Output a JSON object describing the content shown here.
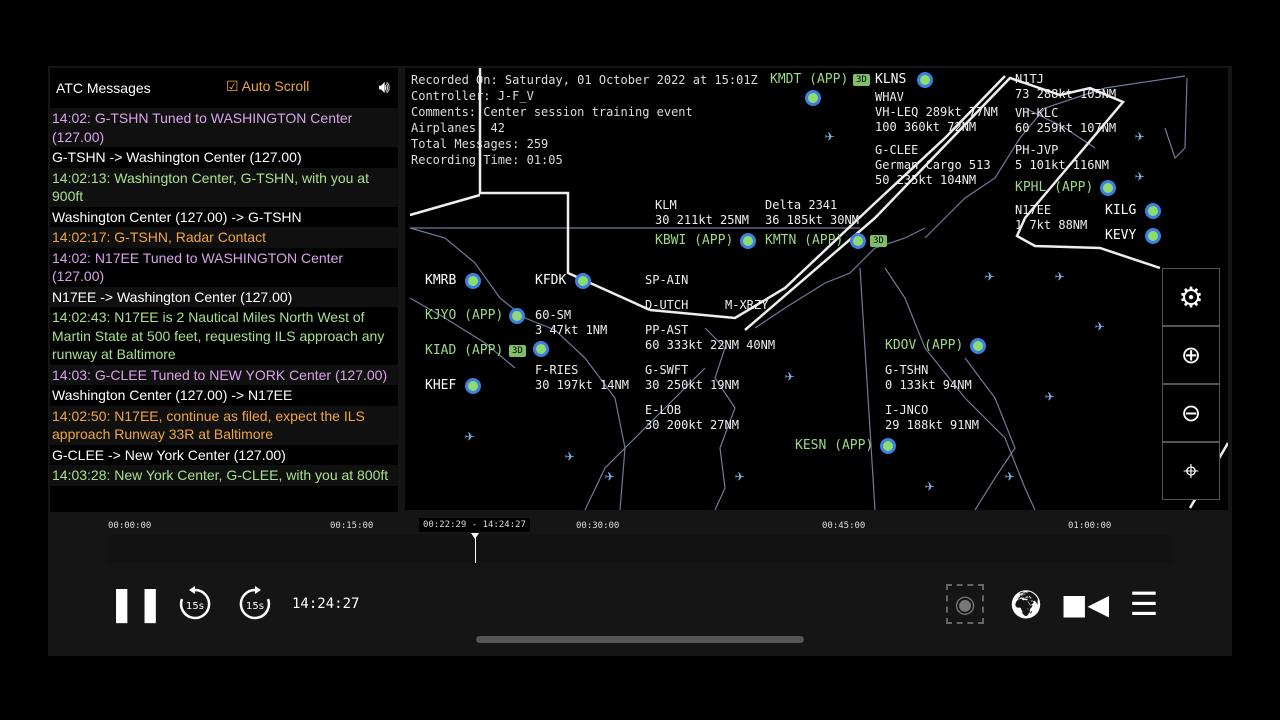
{
  "messages_panel": {
    "title": "ATC Messages",
    "auto_scroll": "Auto Scroll",
    "sound_icon": "speaker-icon",
    "messages": [
      {
        "text": "14:02: G-TSHN Tuned to WASHINGTON Center (127.00)",
        "type": "p"
      },
      {
        "text": "G-TSHN -> Washington Center (127.00)",
        "type": "w"
      },
      {
        "text": "14:02:13: Washington Center, G-TSHN, with you at 900ft",
        "type": "g"
      },
      {
        "text": "Washington Center (127.00) -> G-TSHN",
        "type": "w"
      },
      {
        "text": "14:02:17: G-TSHN, Radar Contact",
        "type": "o"
      },
      {
        "text": "14:02: N17EE Tuned to WASHINGTON Center (127.00)",
        "type": "p"
      },
      {
        "text": "N17EE -> Washington Center (127.00)",
        "type": "w"
      },
      {
        "text": "14:02:43: N17EE is 2 Nautical Miles North West of Martin State at 500 feet, requesting ILS approach any runway at Baltimore",
        "type": "g"
      },
      {
        "text": "14:03: G-CLEE Tuned to NEW YORK Center (127.00)",
        "type": "p"
      },
      {
        "text": "Washington Center (127.00) -> N17EE",
        "type": "w"
      },
      {
        "text": "14:02:50: N17EE, continue as filed, expect the ILS approach Runway 33R at Baltimore",
        "type": "o"
      },
      {
        "text": "G-CLEE -> New York Center (127.00)",
        "type": "w"
      },
      {
        "text": "14:03:28: New York Center, G-CLEE, with you at 800ft",
        "type": "g"
      }
    ]
  },
  "session_info": {
    "recorded_on": "Recorded On: Saturday, 01 October 2022 at 15:01Z",
    "controller": "Controller: J-F_V",
    "comments": "Comments: Center session training event",
    "airplanes": "Airplanes: 42",
    "total_messages": "Total Messages: 259",
    "recording_time": "Recording Time: 01:05"
  },
  "map": {
    "airports_app": [
      "KMDT (APP)",
      "KPHL (APP)",
      "KMTN (APP)",
      "KBWI (APP)",
      "KJYO (APP)",
      "KIAD (APP)",
      "KESN (APP)",
      "KDOV (APP)"
    ],
    "airports": [
      "KLNS",
      "KILG",
      "KEVY",
      "KMRB",
      "KFDK",
      "KHEF"
    ],
    "tags": [
      "N1TJ",
      "73 288kt 105NM",
      "VH-KLC",
      "60 259kt 107NM",
      "WHAV",
      "VH-LEQ 289kt 77NM",
      "100 360kt 72NM",
      "PH-JVP",
      "5 101kt 116NM",
      "G-CLEE",
      "German Cargo 513",
      "50 235kt 104NM",
      "N17EE",
      "1 7kt 88NM",
      "G-TSHN",
      "0 133kt 94NM",
      "I-JNCO",
      "29 188kt 91NM",
      "KLM",
      "30 211kt 25NM",
      "Delta 2341",
      "36 185kt 30NM",
      "SP-AIN",
      "60-SM",
      "3 47kt 1NM",
      "D-UTCH",
      "M-XRZY",
      "PP-AST",
      "60 333kt 22NM  40NM",
      "F-RIES",
      "30 197kt 14NM",
      "G-SWFT",
      "30 250kt 19NM",
      "E-LOB",
      "30 200kt 27NM"
    ],
    "badge": "3D"
  },
  "map_controls": [
    "gear-icon",
    "zoom-in-icon",
    "zoom-out-icon",
    "crosshair-icon"
  ],
  "timeline": {
    "ticks": [
      "00:00:00",
      "00:15:00",
      "00:30:00",
      "00:45:00",
      "01:00:00"
    ],
    "cursor_label": "00:22:29 - 14:24:27",
    "progress_fraction": 0.346
  },
  "playback": {
    "back_label": "15s",
    "forward_label": "15s",
    "clock": "14:24:27"
  },
  "colors": {
    "accent": "#f0a640",
    "airport": "#9bd884",
    "plane": "#7fb3ea"
  }
}
